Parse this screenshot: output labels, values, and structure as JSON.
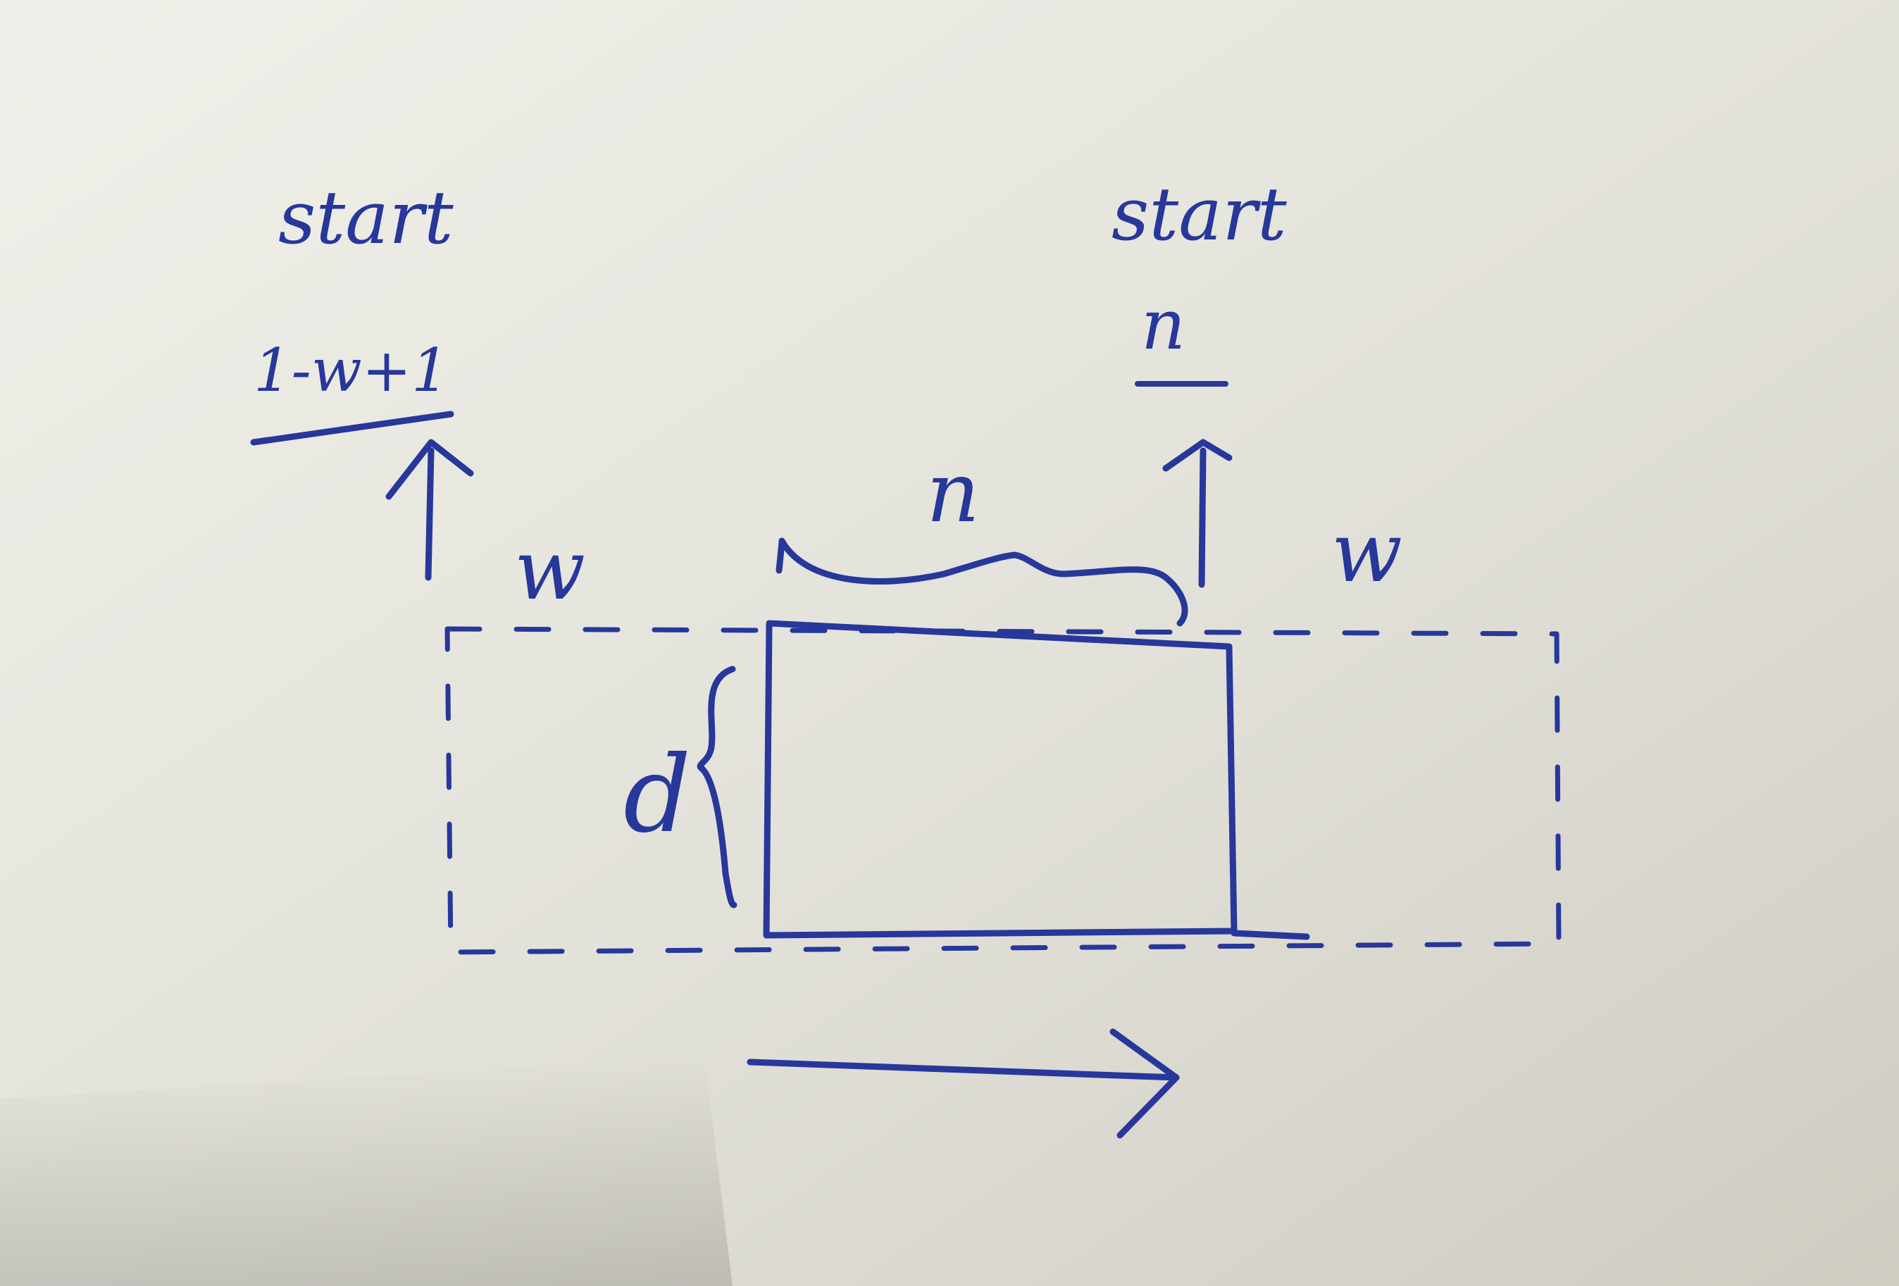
{
  "colors": {
    "ink": "#27379a",
    "paper_light": "#eeeee8",
    "paper_mid": "#dddcd4",
    "paper_shadow": "#bfbcb2"
  },
  "labels": {
    "left_start": "start",
    "left_index": "1-w+1",
    "right_start": "start",
    "right_index": "n",
    "left_width": "w",
    "right_width": "w",
    "top_brace": "n",
    "depth_brace": "d"
  }
}
